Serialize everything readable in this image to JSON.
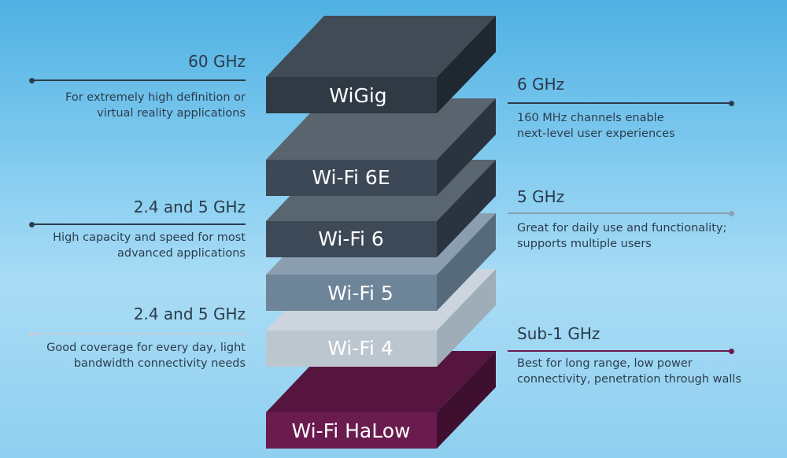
{
  "layers": {
    "wigig": {
      "label": "WiGig",
      "color": "#2f3a45"
    },
    "wifi6e": {
      "label": "Wi-Fi 6E",
      "color": "#3c4855"
    },
    "wifi6": {
      "label": "Wi-Fi 6",
      "color": "#3d4956"
    },
    "wifi5": {
      "label": "Wi-Fi 5",
      "color": "#6e8498"
    },
    "wifi4": {
      "label": "Wi-Fi 4",
      "color": "#bcc6cf"
    },
    "halow": {
      "label": "Wi-Fi HaLow",
      "color": "#6a1c4e"
    }
  },
  "notes": {
    "wigig": {
      "band": "60 GHz",
      "line1": "For extremely high definition or",
      "line2": "virtual reality applications",
      "color": "#2d3d4c"
    },
    "wifi6e": {
      "band": "6 GHz",
      "line1": "160 MHz channels enable",
      "line2": "next-level user experiences",
      "color": "#2d3d4c"
    },
    "wifi6": {
      "band": "2.4 and 5 GHz",
      "line1": "High capacity and speed for most",
      "line2": "advanced applications",
      "color": "#2d3d4c"
    },
    "wifi5": {
      "band": "5 GHz",
      "line1": "Great for daily use and functionality;",
      "line2": "supports multiple users",
      "color": "#8aa0b3"
    },
    "wifi4": {
      "band": "2.4 and 5 GHz",
      "line1": "Good coverage for every day, light",
      "line2": "bandwidth connectivity needs",
      "color": "#c3d1dc"
    },
    "halow": {
      "band": "Sub-1 GHz",
      "line1": "Best for long range, low power",
      "line2": "connectivity, penetration through walls",
      "color": "#6a1c4e"
    }
  }
}
